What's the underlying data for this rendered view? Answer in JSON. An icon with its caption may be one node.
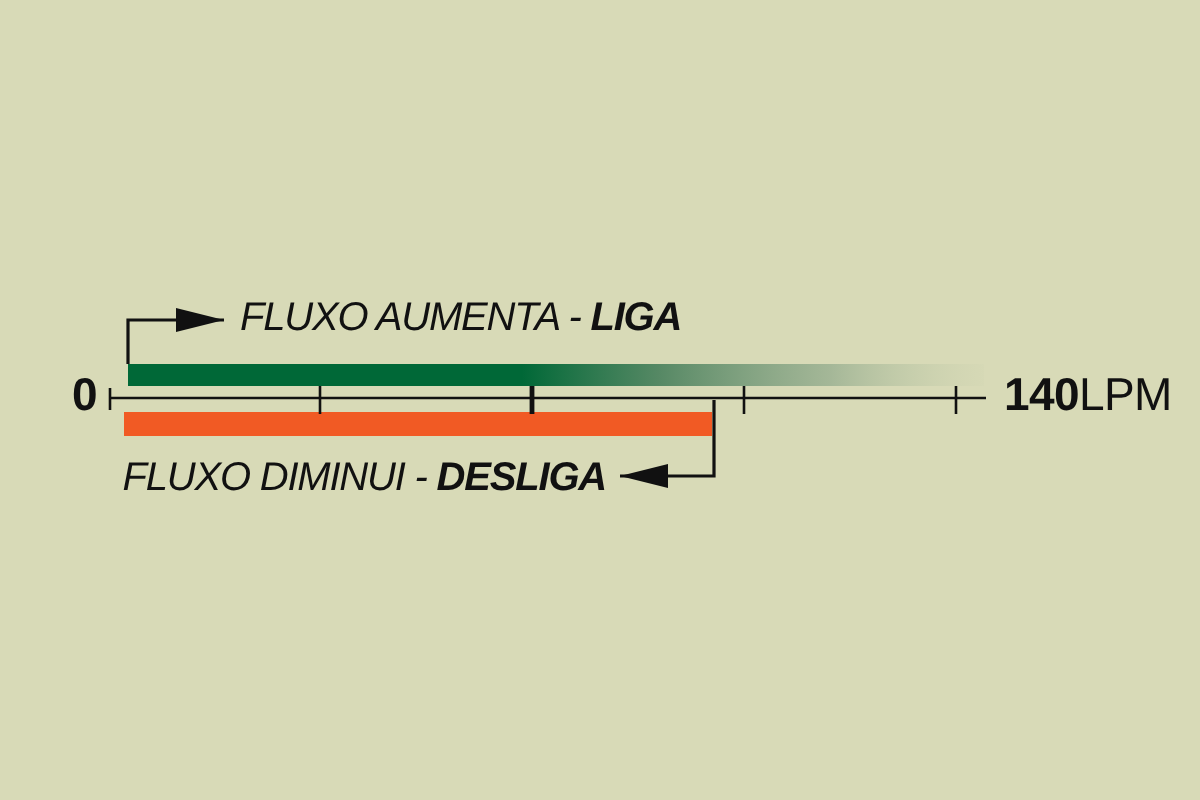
{
  "diagram": {
    "labels": [
      "FLUXO AUMENTA - **LIGA**",
      "0",
      "**140**LPM",
      "FLUXO DIMINUI - **DESLIGA**"
    ]
  }
}
